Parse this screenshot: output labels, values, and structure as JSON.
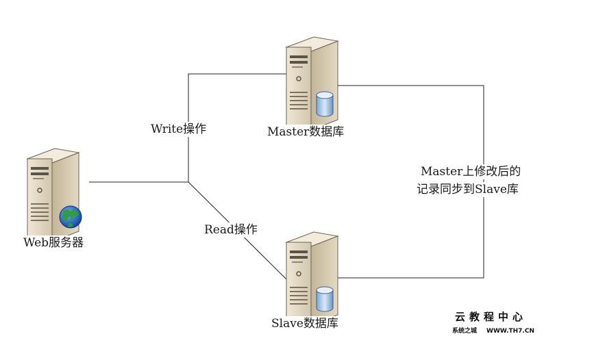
{
  "labels": {
    "web_server": "Web服务器",
    "master_db": "Master数据库",
    "slave_db": "Slave数据库",
    "write_op": "Write操作",
    "read_op": "Read操作",
    "sync_line1": "Master上修改后的",
    "sync_line2": "记录同步到Slave库"
  },
  "watermark": {
    "title": "云教程中心",
    "left": "系统之城",
    "right": "WWW.TH7.CN"
  }
}
